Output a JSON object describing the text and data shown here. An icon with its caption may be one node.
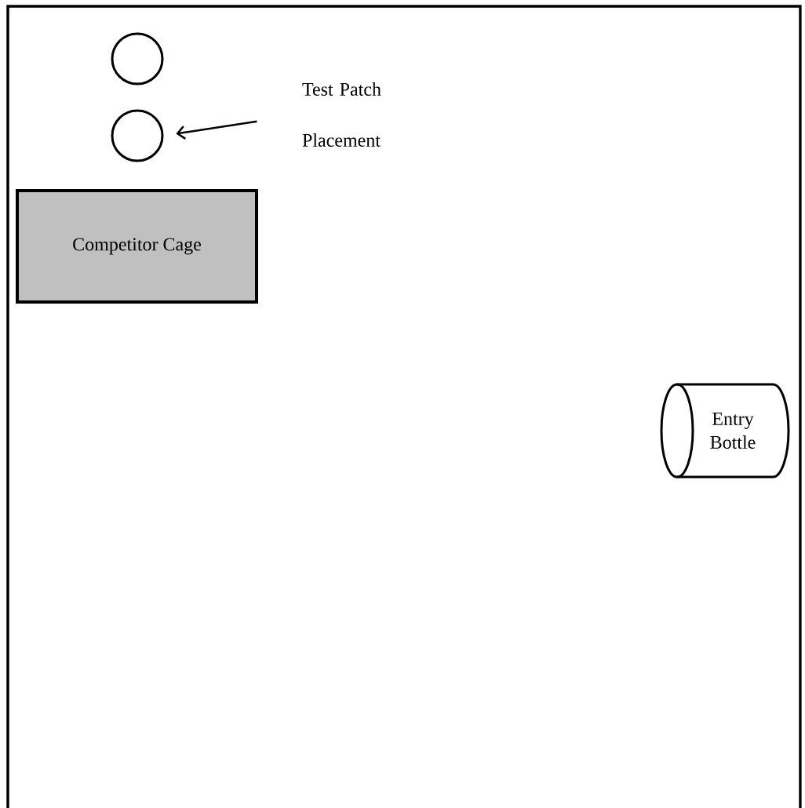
{
  "diagram": {
    "nodes": [
      {
        "text": [],
        "shape": "circle"
      },
      {
        "text": [
          "Test Patch Placement"
        ]
      },
      {
        "text": [],
        "shape": "circle"
      },
      {
        "text": [
          "Competitor Cage"
        ]
      },
      {
        "text": [
          "Entry Bottle"
        ]
      }
    ],
    "edges": [
      {
        "from": 1,
        "to": 2,
        "arrow": "to"
      }
    ]
  }
}
